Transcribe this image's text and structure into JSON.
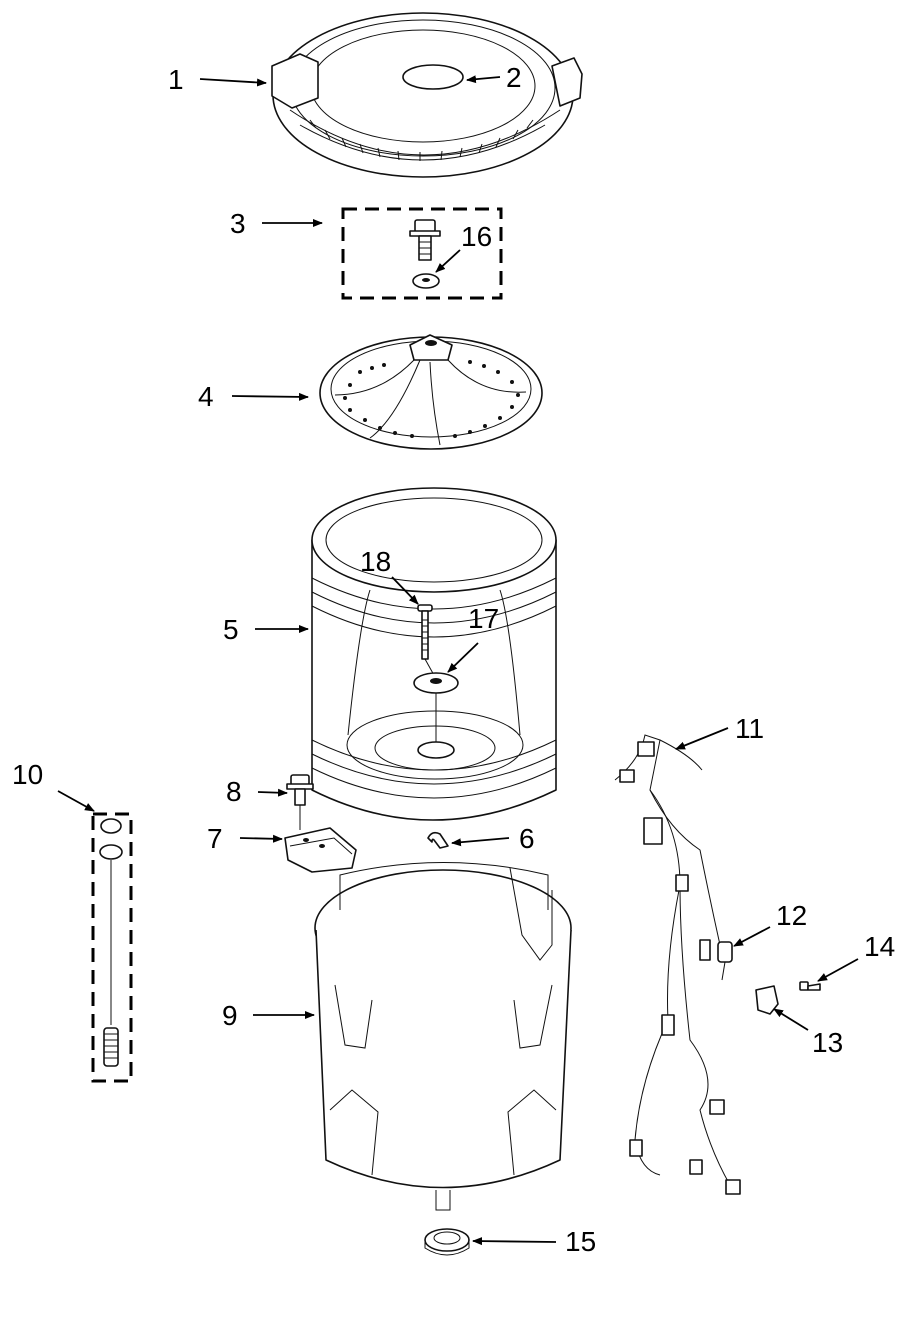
{
  "callouts": {
    "c1": "1",
    "c2": "2",
    "c3": "3",
    "c4": "4",
    "c5": "5",
    "c6": "6",
    "c7": "7",
    "c8": "8",
    "c9": "9",
    "c10": "10",
    "c11": "11",
    "c12": "12",
    "c13": "13",
    "c14": "14",
    "c15": "15",
    "c16": "16",
    "c17": "17",
    "c18": "18"
  },
  "colors": {
    "line": "#111111",
    "background": "#ffffff"
  }
}
